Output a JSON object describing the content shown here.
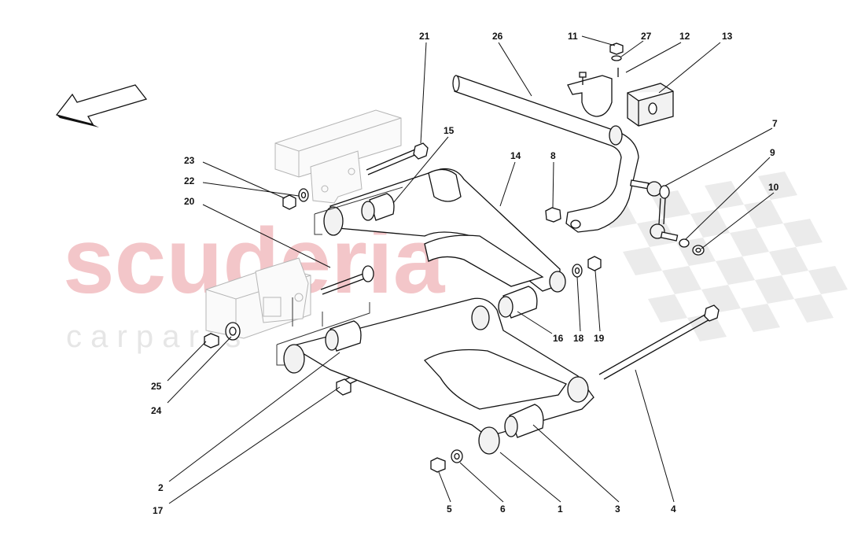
{
  "watermark": {
    "brand": "scuderia",
    "tagline": "c a r p a r t s"
  },
  "callouts": [
    {
      "id": "1",
      "label": "1"
    },
    {
      "id": "2",
      "label": "2"
    },
    {
      "id": "3",
      "label": "3"
    },
    {
      "id": "4",
      "label": "4"
    },
    {
      "id": "5",
      "label": "5"
    },
    {
      "id": "6",
      "label": "6"
    },
    {
      "id": "7",
      "label": "7"
    },
    {
      "id": "8",
      "label": "8"
    },
    {
      "id": "9",
      "label": "9"
    },
    {
      "id": "10",
      "label": "10"
    },
    {
      "id": "11",
      "label": "11"
    },
    {
      "id": "12",
      "label": "12"
    },
    {
      "id": "13",
      "label": "13"
    },
    {
      "id": "14",
      "label": "14"
    },
    {
      "id": "15",
      "label": "15"
    },
    {
      "id": "16",
      "label": "16"
    },
    {
      "id": "17",
      "label": "17"
    },
    {
      "id": "18",
      "label": "18"
    },
    {
      "id": "19",
      "label": "19"
    },
    {
      "id": "20",
      "label": "20"
    },
    {
      "id": "21",
      "label": "21"
    },
    {
      "id": "22",
      "label": "22"
    },
    {
      "id": "23",
      "label": "23"
    },
    {
      "id": "24",
      "label": "24"
    },
    {
      "id": "25",
      "label": "25"
    },
    {
      "id": "26",
      "label": "26"
    },
    {
      "id": "27",
      "label": "27"
    }
  ],
  "icons": {
    "direction": "direction-arrow-icon",
    "checkered": "checkered-flag-icon"
  }
}
